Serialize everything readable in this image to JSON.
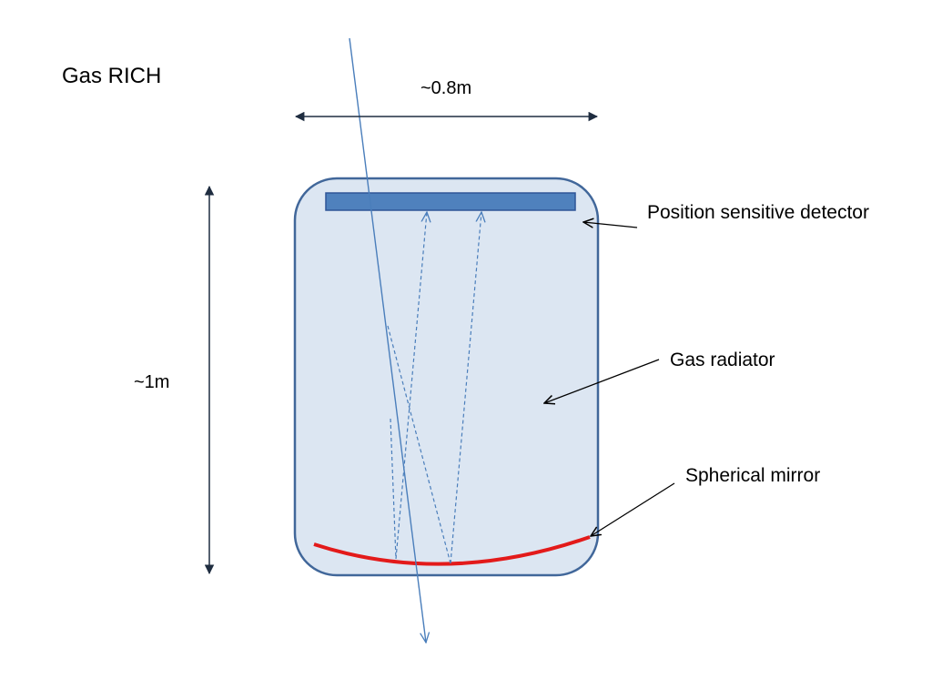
{
  "title": "Gas RICH",
  "dimensions": {
    "width": "~0.8m",
    "height": "~1m"
  },
  "labels": {
    "detector": "Position sensitive detector",
    "radiator": "Gas radiator",
    "mirror": "Spherical mirror"
  },
  "colors": {
    "vessel_fill": "#dce6f2",
    "vessel_stroke": "#41679a",
    "detector_fill": "#4f81bd",
    "mirror": "#e31a1a",
    "ray": "#4a7ebb",
    "arrow": "#1f2d40"
  }
}
